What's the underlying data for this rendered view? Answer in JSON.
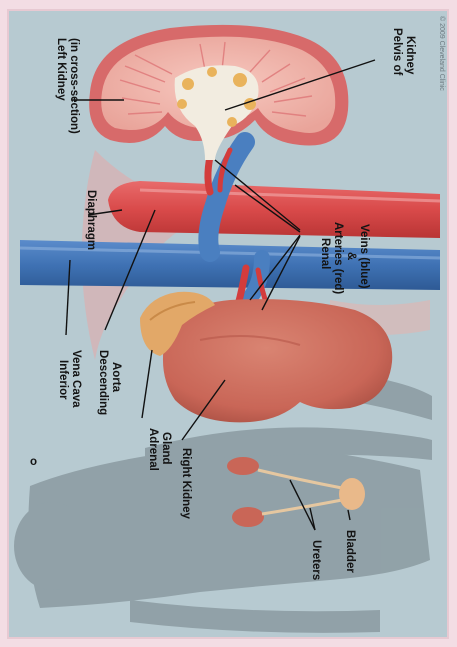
{
  "labels": {
    "left_kidney_line1": "Left Kidney",
    "left_kidney_line2": "(in cross-section)",
    "pelvis_line1": "Pelvis of",
    "pelvis_line2": "Kidney",
    "diaphragm": "Diaphragm",
    "renal_line1": "Renal",
    "renal_line2": "Arteries (red)",
    "renal_line3": "&",
    "renal_line4": "Veins (blue)",
    "ivc_line1": "Inferior",
    "ivc_line2": "Vena Cava",
    "aorta_line1": "Descending",
    "aorta_line2": "Aorta",
    "adrenal_line1": "Adrenal",
    "adrenal_line2": "Gland",
    "right_kidney": "Right Kidney",
    "ureters": "Ureters",
    "bladder": "Bladder",
    "copyright": "© 2009 Cleveland Clinic",
    "stray_mark": "o"
  },
  "colors": {
    "background": "#b7cad1",
    "frame": "#f3dde4",
    "silhouette": "#8b9ba1",
    "aorta": "#d94a4a",
    "vena_cava": "#3f72b4",
    "kidney": "#c96657",
    "adrenal": "#e2a868"
  }
}
